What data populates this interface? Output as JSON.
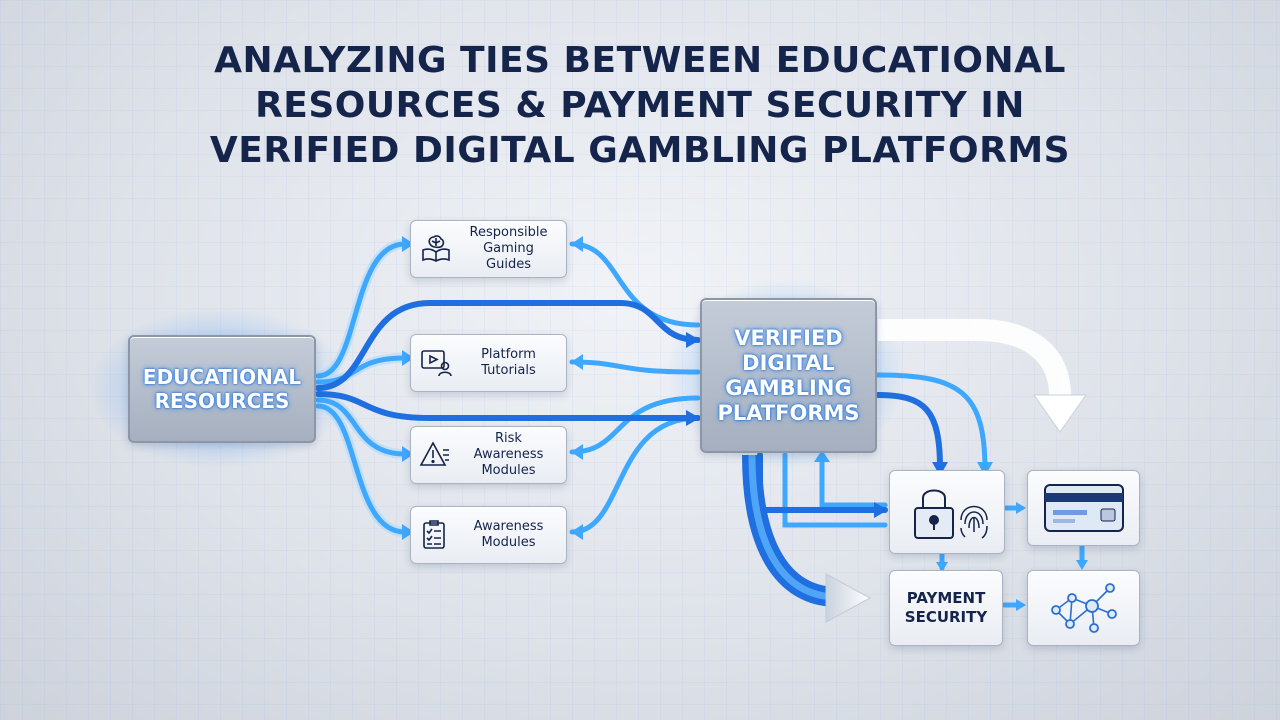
{
  "title": {
    "line1": "ANALYZING TIES BETWEEN EDUCATIONAL",
    "line2": "RESOURCES & PAYMENT SECURITY IN",
    "line3": "VERIFIED DIGITAL GAMBLING PLATFORMS"
  },
  "nodes": {
    "educational": {
      "line1": "EDUCATIONAL",
      "line2": "RESOURCES"
    },
    "guides": {
      "line1": "Responsible",
      "line2": "Gaming Guides",
      "icon": "brain-book-icon"
    },
    "tutorials": {
      "line1": "Platform",
      "line2": "Tutorials",
      "icon": "video-user-icon"
    },
    "risk": {
      "line1": "Risk",
      "line2": "Awareness",
      "line3": "Modules",
      "icon": "warning-icon"
    },
    "awareness": {
      "line1": "Awareness",
      "line2": "Modules",
      "icon": "checklist-icon"
    },
    "platforms": {
      "line1": "VERIFIED",
      "line2": "DIGITAL",
      "line3": "GAMBLING",
      "line4": "PLATFORMS"
    },
    "lock": {
      "icon": "lock-fingerprint-icon"
    },
    "card": {
      "icon": "credit-card-icon"
    },
    "payment": {
      "line1": "PAYMENT",
      "line2": "SECURITY"
    },
    "network": {
      "icon": "network-icon"
    }
  },
  "colors": {
    "title": "#15244a",
    "wire_light": "#3ea8ff",
    "wire_dark": "#1f6fe0",
    "wire_glow": "#9fd6ff",
    "arrow_white": "#ffffff"
  }
}
